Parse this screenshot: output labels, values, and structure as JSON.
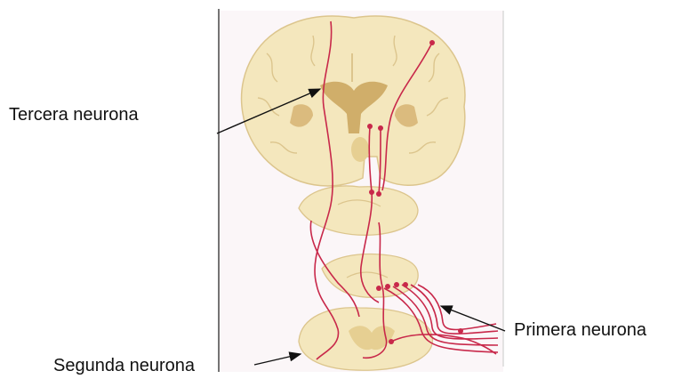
{
  "labels": {
    "third_neuron": "Tercera neurona",
    "first_neuron": "Primera neurona",
    "second_neuron": "Segunda neurona"
  },
  "colors": {
    "tissue_fill": "#f4e7bd",
    "tissue_outline": "#dcc58d",
    "gray_matter": "#c9a35c",
    "pathway": "#c8284a",
    "arrow": "#111111",
    "panel_background": "#fbf6f8"
  }
}
